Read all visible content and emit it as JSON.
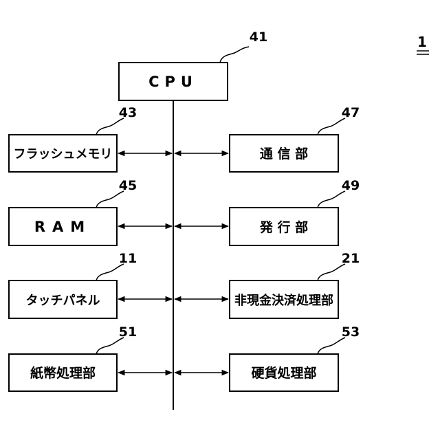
{
  "figure_ref": "1",
  "cpu": {
    "label": "CPU",
    "ref": "41"
  },
  "left_blocks": [
    {
      "id": "flash",
      "label": "フラッシュメモリ",
      "ref": "43"
    },
    {
      "id": "ram",
      "label": "RAM",
      "ref": "45"
    },
    {
      "id": "touch",
      "label": "タッチパネル",
      "ref": "11"
    },
    {
      "id": "bill",
      "label": "紙幣処理部",
      "ref": "51"
    }
  ],
  "right_blocks": [
    {
      "id": "comm",
      "label": "通 信 部",
      "ref": "47"
    },
    {
      "id": "issue",
      "label": "発 行 部",
      "ref": "49"
    },
    {
      "id": "cashless",
      "label": "非現金決済処理部",
      "ref": "21"
    },
    {
      "id": "coin",
      "label": "硬貨処理部",
      "ref": "53"
    }
  ]
}
